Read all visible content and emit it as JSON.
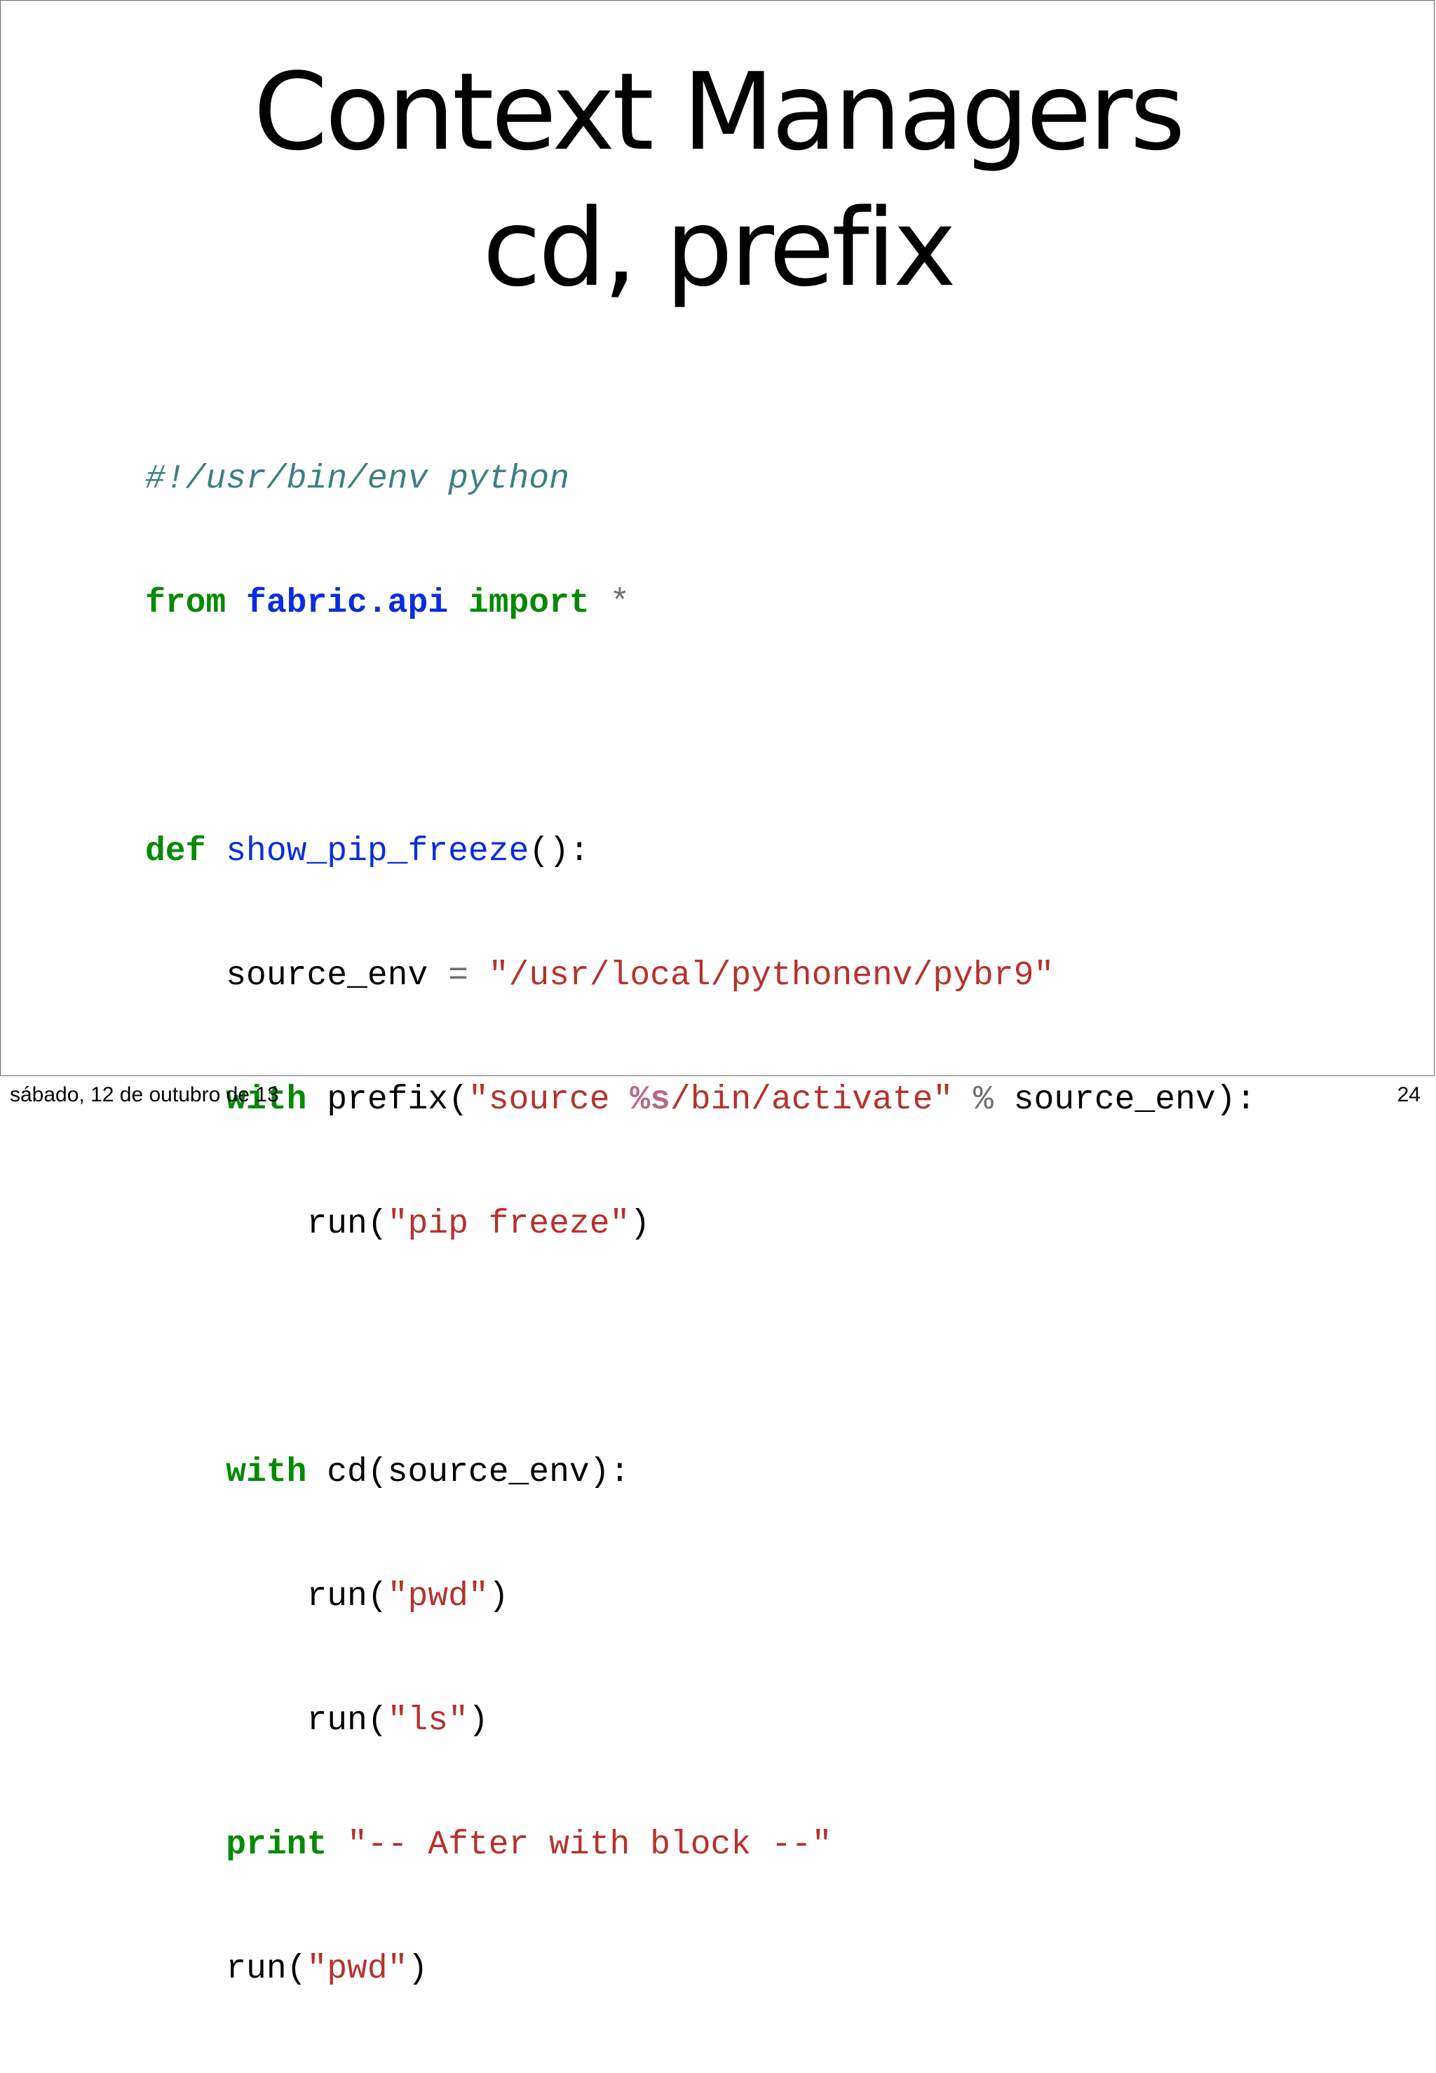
{
  "slide": {
    "title_line1": "Context Managers",
    "title_line2": "cd, prefix"
  },
  "code": {
    "shebang": "#!/usr/bin/env python",
    "l2": {
      "kw_from": "from",
      "module": "fabric.api",
      "kw_import": "import",
      "star": "*"
    },
    "l4": {
      "kw_def": "def",
      "func": "show_pip_freeze",
      "rest": "():"
    },
    "l5": {
      "indent": "    ",
      "var": "source_env",
      "op": "=",
      "str": "\"/usr/local/pythonenv/pybr9\""
    },
    "l6": {
      "indent": "    ",
      "kw_with": "with",
      "call": "prefix(",
      "str1": "\"source ",
      "interp": "%s",
      "str2": "/bin/activate\"",
      "op": "%",
      "rest": "source_env):"
    },
    "l7": {
      "indent": "        ",
      "call": "run(",
      "str": "\"pip freeze\"",
      "close": ")"
    },
    "l9": {
      "indent": "    ",
      "kw_with": "with",
      "rest": "cd(source_env):"
    },
    "l10": {
      "indent": "        ",
      "call": "run(",
      "str": "\"pwd\"",
      "close": ")"
    },
    "l11": {
      "indent": "        ",
      "call": "run(",
      "str": "\"ls\"",
      "close": ")"
    },
    "l12": {
      "indent": "    ",
      "kw_print": "print",
      "str": "\"-- After with block --\""
    },
    "l13": {
      "indent": "    ",
      "call": "run(",
      "str": "\"pwd\"",
      "close": ")"
    }
  },
  "footer": {
    "date": "sábado, 12 de outubro de 13",
    "page_number": "24"
  },
  "colors": {
    "keyword": "#058a05",
    "name": "#0a2ce0",
    "string": "#b7312c",
    "comment": "#3c7f84",
    "operator": "#6f6f6f",
    "interpolation": "#b76a8c"
  }
}
